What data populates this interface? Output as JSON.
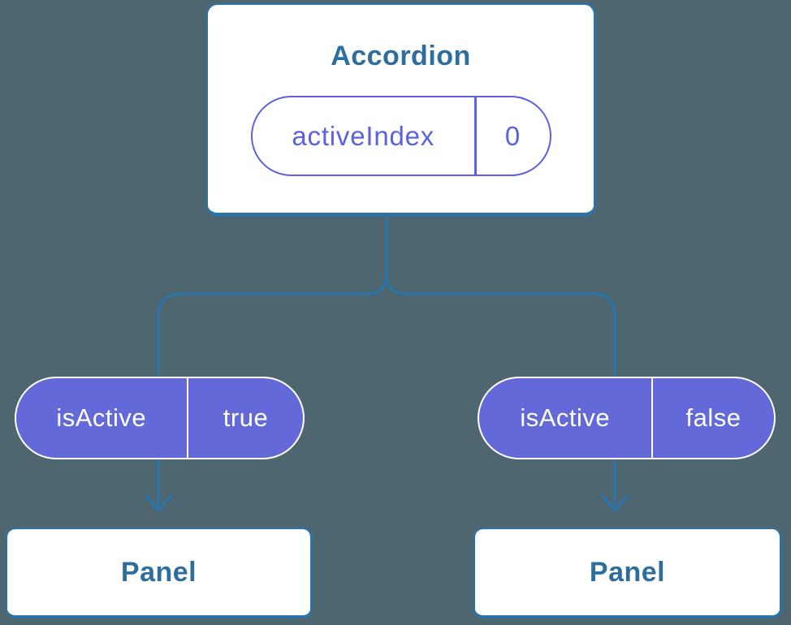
{
  "colors": {
    "background": "#4E6670",
    "line": "#2E73A4",
    "node-border": "#2E73A4",
    "node-text": "#2E6E9E",
    "pill-fill": "#6369D8",
    "pill-outline": "#5C61E0",
    "pill-text-light": "#FFFFFF"
  },
  "root": {
    "title": "Accordion",
    "state": {
      "name": "activeIndex",
      "value": "0"
    }
  },
  "children": [
    {
      "prop": {
        "name": "isActive",
        "value": "true"
      },
      "panel_title": "Panel"
    },
    {
      "prop": {
        "name": "isActive",
        "value": "false"
      },
      "panel_title": "Panel"
    }
  ]
}
